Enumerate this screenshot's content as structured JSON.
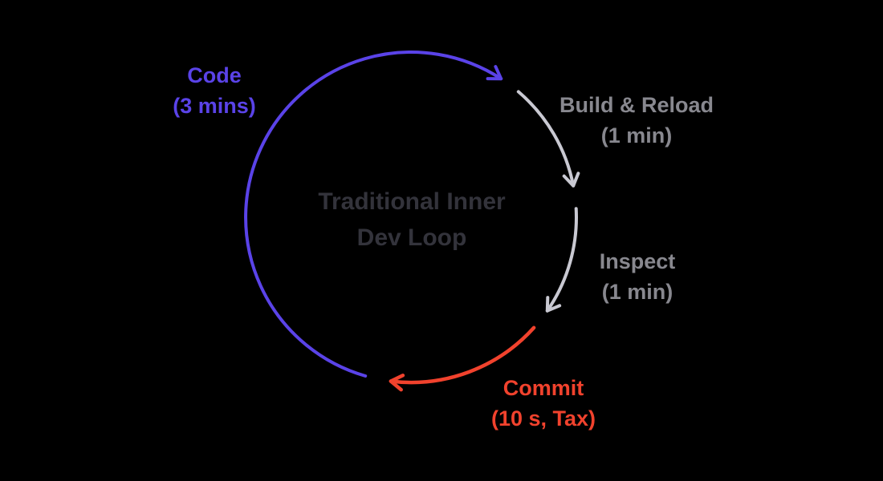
{
  "background_color": "#000000",
  "title": {
    "line1": "Traditional Inner",
    "line2": "Dev Loop",
    "color": "#33333b"
  },
  "segments": [
    {
      "id": "code",
      "name": "Code",
      "duration": "(3 mins)",
      "label_color": "#5a43e8",
      "arc_color": "#5a43e8"
    },
    {
      "id": "build-reload",
      "name": "Build & Reload",
      "duration": "(1 min)",
      "label_color": "#88888f",
      "arc_color": "#c9c9d2"
    },
    {
      "id": "inspect",
      "name": "Inspect",
      "duration": "(1 min)",
      "label_color": "#88888f",
      "arc_color": "#c9c9d2"
    },
    {
      "id": "commit",
      "name": "Commit",
      "duration": "(10 s, Tax)",
      "label_color": "#f1422d",
      "arc_color": "#f1422d"
    }
  ]
}
